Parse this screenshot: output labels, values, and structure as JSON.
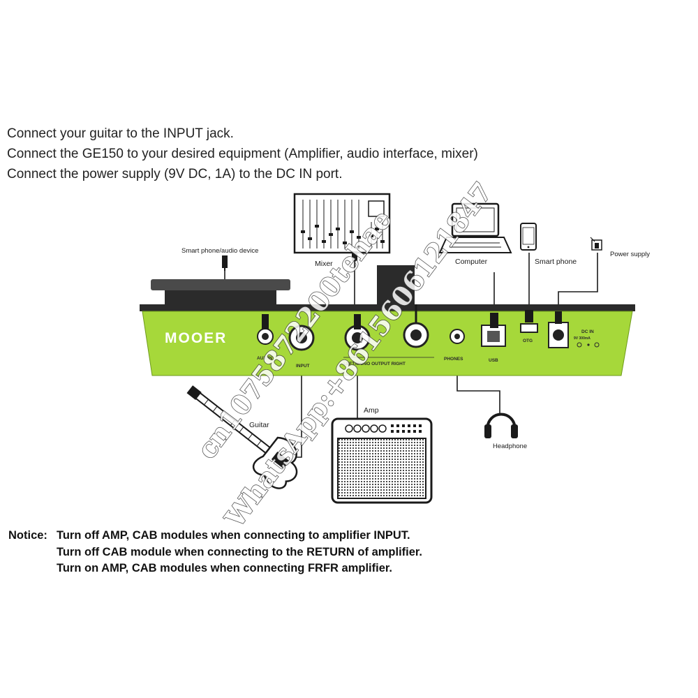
{
  "instructions": [
    "Connect your guitar to the INPUT jack.",
    "Connect the GE150 to your desired equipment (Amplifier, audio interface, mixer)",
    "Connect the power supply (9V DC, 1A) to the DC IN port."
  ],
  "device": {
    "brand": "MOOER",
    "ports": {
      "aux": "AUX IN",
      "input": "INPUT",
      "output": "LEFT/MONO  OUTPUT  RIGHT",
      "phones": "PHONES",
      "usb": "USB",
      "otg": "OTG",
      "dc_in": "DC IN",
      "dc_spec": "9V 300mA"
    }
  },
  "labels": {
    "smartphone_audio": "Smart phone/audio device",
    "mixer": "Mixer",
    "computer": "Computer",
    "smartphone": "Smart phone",
    "power_supply": "Power supply",
    "guitar": "Guitar",
    "amp": "Amp",
    "headphone": "Headphone"
  },
  "notice": {
    "label": "Notice:",
    "lines": [
      "Turn off AMP, CAB modules when connecting to amplifier INPUT.",
      "Turn off CAB module when connecting to the RETURN of amplifier.",
      "Turn on AMP, CAB modules when connecting FRFR amplifier."
    ]
  },
  "watermark": {
    "line1": "cn1075872200tehae",
    "line2": "WhatsApp:+8615606121847"
  },
  "colors": {
    "device_green": "#a6d83a",
    "device_dark": "#2b2b2b",
    "cable": "#1a1a1a"
  }
}
